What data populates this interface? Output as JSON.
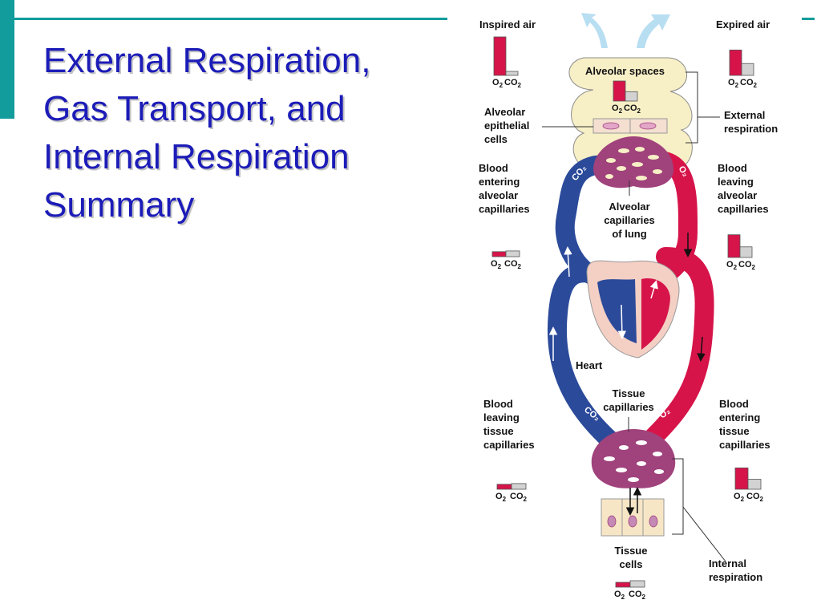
{
  "slide": {
    "title_lines": [
      "External Respiration,",
      "Gas Transport, and",
      "Internal Respiration",
      "Summary"
    ]
  },
  "diagram": {
    "labels": {
      "inspired_air": "Inspired air",
      "expired_air": "Expired air",
      "alveolar_spaces": "Alveolar spaces",
      "alveolar_epithelial_cells": [
        "Alveolar",
        "epithelial",
        "cells"
      ],
      "external_respiration": [
        "External",
        "respiration"
      ],
      "blood_entering_alveolar": [
        "Blood",
        "entering",
        "alveolar",
        "capillaries"
      ],
      "blood_leaving_alveolar": [
        "Blood",
        "leaving",
        "alveolar",
        "capillaries"
      ],
      "alveolar_capillaries": [
        "Alveolar",
        "capillaries",
        "of lung"
      ],
      "heart": "Heart",
      "tissue_capillaries": [
        "Tissue",
        "capillaries"
      ],
      "blood_leaving_tissue": [
        "Blood",
        "leaving",
        "tissue",
        "capillaries"
      ],
      "blood_entering_tissue": [
        "Blood",
        "entering",
        "tissue",
        "capillaries"
      ],
      "tissue_cells": [
        "Tissue",
        "cells"
      ],
      "internal_respiration": [
        "Internal",
        "respiration"
      ]
    },
    "gas_labels": {
      "o2": "O",
      "co2": "CO",
      "sub": "2",
      "o2_vessel": "O₂",
      "co2_vessel": "CO₂"
    },
    "gas_levels": {
      "inspired_air": {
        "o2": 0.9,
        "co2": 0.05
      },
      "expired_air": {
        "o2": 0.75,
        "co2": 0.35
      },
      "alveolar_spaces": {
        "o2": 0.75,
        "co2": 0.35
      },
      "blood_entering_alveolar": {
        "o2": 0.35,
        "co2": 0.4
      },
      "blood_leaving_alveolar": {
        "o2": 0.75,
        "co2": 0.35
      },
      "blood_leaving_tissue": {
        "o2": 0.35,
        "co2": 0.4
      },
      "blood_entering_tissue": {
        "o2": 0.75,
        "co2": 0.35
      },
      "tissue_cells": {
        "o2": 0.3,
        "co2": 0.45
      }
    },
    "colors": {
      "oxygenated": "#d6144a",
      "deoxygenated": "#2b4a9a",
      "capillary": "#a0427c",
      "alveolus": "#f7efc6",
      "heart_inner": "#f4cfc4",
      "co2_bar": "#d2d2d2",
      "air_arrow": "#b8def2",
      "accent": "#139c9c",
      "title": "#1c1cb8"
    }
  }
}
